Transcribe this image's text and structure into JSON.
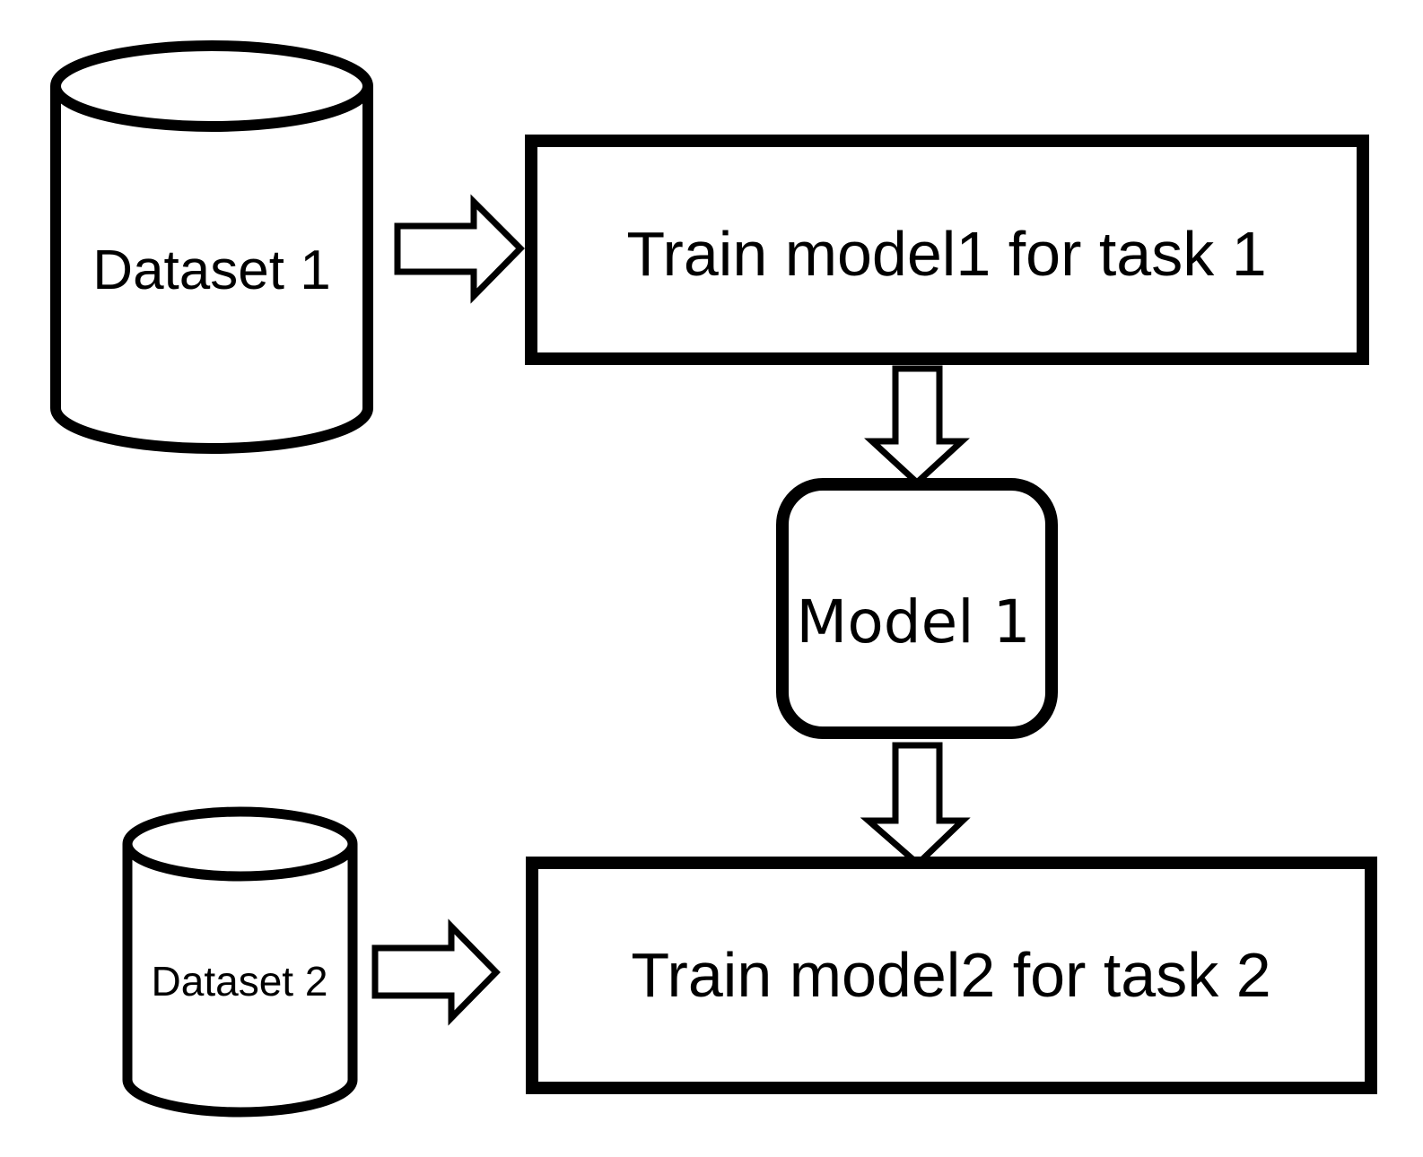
{
  "diagram": {
    "type": "flowchart",
    "colors": {
      "background": "#ffffff",
      "line": "#000000",
      "shape_fill": "#ffffff"
    },
    "nodes": {
      "dataset1": {
        "label": "Dataset 1",
        "shape": "cylinder"
      },
      "train1": {
        "label": "Train model1 for task 1",
        "shape": "rectangle"
      },
      "model1": {
        "label": "Model 1",
        "shape": "rounded-rectangle"
      },
      "dataset2": {
        "label": "Dataset 2",
        "shape": "cylinder"
      },
      "train2": {
        "label": "Train model2 for task 2",
        "shape": "rectangle"
      }
    },
    "edges": [
      {
        "from": "dataset1",
        "to": "train1",
        "direction": "right"
      },
      {
        "from": "train1",
        "to": "model1",
        "direction": "down"
      },
      {
        "from": "model1",
        "to": "train2",
        "direction": "down"
      },
      {
        "from": "dataset2",
        "to": "train2",
        "direction": "right"
      }
    ]
  }
}
